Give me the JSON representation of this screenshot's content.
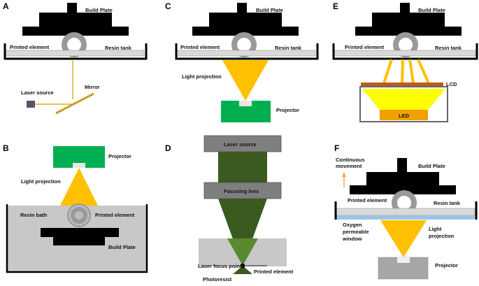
{
  "panels": {
    "A": {
      "letter": "A",
      "build_plate": "Build Plate",
      "printed_element": "Printed element",
      "resin_tank": "Resin tank",
      "laser_source": "Laser source",
      "mirror": "Mirror"
    },
    "B": {
      "letter": "B",
      "projector": "Projector",
      "light_projection": "Light  projection",
      "resin_bath": "Resin bath",
      "printed_element": "Printed element",
      "build_plate": "Build Plate"
    },
    "C": {
      "letter": "C",
      "build_plate": "Build Plate",
      "printed_element": "Printed element",
      "resin_tank": "Resin tank",
      "light_projection": "Light projection",
      "projector": "Projector"
    },
    "D": {
      "letter": "D",
      "laser_source": "Laser source",
      "focusing_lens": "Focusing lens",
      "laser_focus_point": "Laser focus point",
      "printed_element": "Printed element",
      "photoresist": "Photoresist"
    },
    "E": {
      "letter": "E",
      "build_plate": "Build Plate",
      "printed_element": "Printed element",
      "resin_tank": "Resin tank",
      "lcd": "LCD",
      "led": "LED"
    },
    "F": {
      "letter": "F",
      "continuous_movement_1": "Continuous",
      "continuous_movement_2": "movement",
      "build_plate": "Build Plate",
      "printed_element": "Printed element",
      "resin_tank": "Resin tank",
      "oxygen_1": "Oxygen",
      "oxygen_2": "permeable",
      "oxygen_3": "window",
      "light_1": "Light",
      "light_2": "projection",
      "projector": "Projector"
    }
  },
  "colors": {
    "build_plate": "#000000",
    "ring": "#999999",
    "tank_fill": "#d9d9d9",
    "laser_beam": "#e0b020",
    "mirror": "#c8a020",
    "laser_box": "#555566",
    "projector": "#00b050",
    "light": "#ffc000",
    "resin_bath": "#c8c8c8",
    "laser_column": "#3a5a20",
    "lens_box": "#7f7f7f",
    "lcd": "#c05a20",
    "led": "#f0a000",
    "led_yellow": "#ffff00",
    "oxygen_window": "#9dc3e6",
    "arrow": "#f4a460"
  }
}
